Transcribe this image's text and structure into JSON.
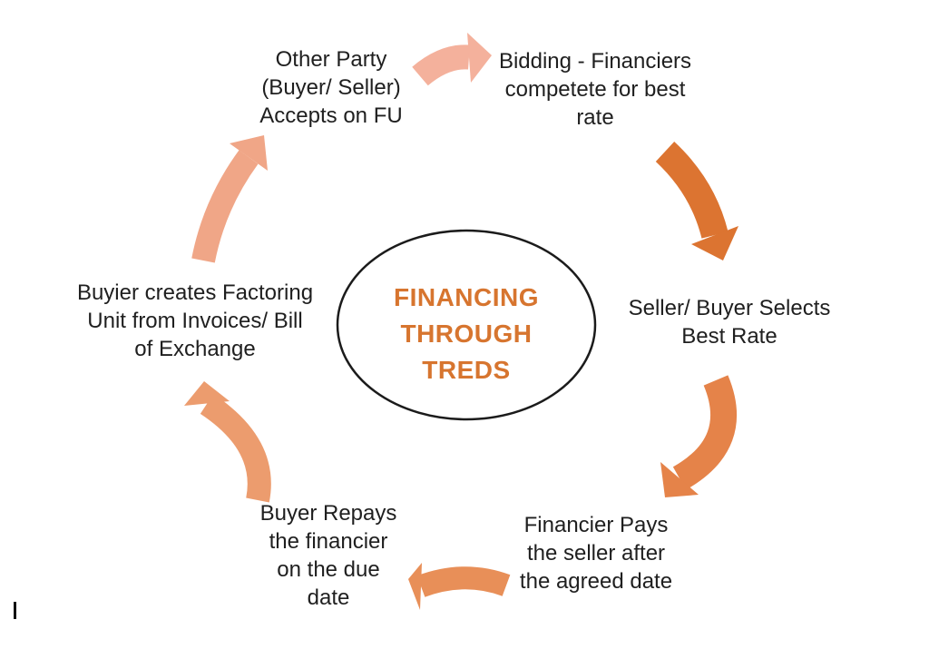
{
  "diagram": {
    "background": "#ffffff",
    "text_color": "#1f1f1f",
    "title": {
      "lines": [
        "FINANCING",
        "THROUGH",
        "TREDS"
      ],
      "color": "#D7752F"
    },
    "ellipse": {
      "stroke": "#1b1b1b"
    },
    "nodes": [
      {
        "id": "other-party",
        "lines": [
          "Other Party",
          "(Buyer/ Seller)",
          "Accepts on FU",
          ""
        ]
      },
      {
        "id": "bidding",
        "lines": [
          "Bidding - Financiers",
          "competete for best",
          "rate",
          ""
        ]
      },
      {
        "id": "seller-selects",
        "lines": [
          "Seller/ Buyer Selects",
          "Best Rate",
          "",
          ""
        ]
      },
      {
        "id": "financier-pays",
        "lines": [
          "Financier Pays",
          "the seller after",
          "the agreed date",
          ""
        ]
      },
      {
        "id": "buyer-repays",
        "lines": [
          "Buyer Repays",
          "the financier",
          "on the due",
          "date"
        ]
      },
      {
        "id": "buyer-creates",
        "lines": [
          "Buyier creates Factoring",
          "Unit from Invoices/ Bill",
          "of Exchange",
          ""
        ]
      }
    ],
    "arrows": [
      {
        "name": "arrow-top",
        "from": "other-party",
        "to": "bidding",
        "color": "#F4B19C"
      },
      {
        "name": "arrow-right-upper",
        "from": "bidding",
        "to": "seller-selects",
        "color": "#DC7431"
      },
      {
        "name": "arrow-right-lower",
        "from": "seller-selects",
        "to": "financier-pays",
        "color": "#E58349"
      },
      {
        "name": "arrow-bottom",
        "from": "financier-pays",
        "to": "buyer-repays",
        "color": "#E88F58"
      },
      {
        "name": "arrow-left-lower",
        "from": "buyer-repays",
        "to": "buyer-creates",
        "color": "#EC9C6E"
      },
      {
        "name": "arrow-left-upper",
        "from": "buyer-creates",
        "to": "other-party",
        "color": "#F0A687"
      }
    ]
  }
}
